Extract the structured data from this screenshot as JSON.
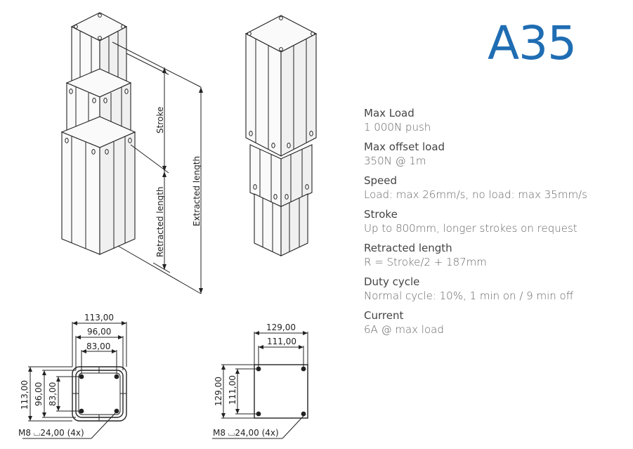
{
  "model": "A35",
  "dimension_labels": {
    "stroke": "Stroke",
    "retracted_length": "Retracted length",
    "extracted_length": "Extracted length"
  },
  "specs": [
    {
      "title": "Max Load",
      "value": "1 000N push"
    },
    {
      "title": "Max offset load",
      "value": "350N @ 1m"
    },
    {
      "title": "Speed",
      "value": "Load: max 26mm/s, no load: max 35mm/s"
    },
    {
      "title": "Stroke",
      "value": "Up to 800mm, longer strokes on request"
    },
    {
      "title": "Retracted length",
      "value": "R = Stroke/2 + 187mm"
    },
    {
      "title": "Duty cycle",
      "value": "Normal cycle: 10%, 1 min on / 9 min off"
    },
    {
      "title": "Current",
      "value": "6A @ max load"
    }
  ],
  "bottom_view": {
    "width_outer": "113,00",
    "width_mid": "96,00",
    "width_inner": "83,00",
    "height_outer": "113,00",
    "height_mid": "96,00",
    "height_inner": "83,00",
    "thread_note": "M8 ⌴24,00 (4x)"
  },
  "top_view": {
    "width_outer": "129,00",
    "width_inner": "111,00",
    "height_outer": "129,00",
    "height_inner": "111,00",
    "thread_note": "M8 ⌴24,00 (4x)"
  }
}
